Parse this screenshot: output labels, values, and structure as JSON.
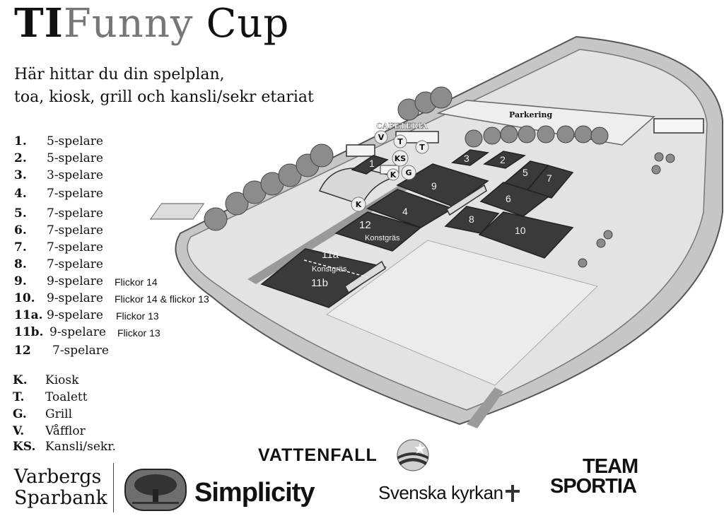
{
  "header": {
    "title_part1": "TI",
    "title_part2": "Funny",
    "title_part3": "Cup",
    "subtitle_line1": "Här hittar du din spelplan,",
    "subtitle_line2": "toa, kiosk, grill och kansli/sekr etariat"
  },
  "legend": [
    {
      "num": "1.",
      "type": "5-spelare",
      "note": ""
    },
    {
      "num": "2.",
      "type": "5-spelare",
      "note": ""
    },
    {
      "num": "3.",
      "type": "3-spelare",
      "note": ""
    },
    {
      "num": "4.",
      "type": "7-spelare",
      "note": ""
    },
    {
      "num": "5.",
      "type": "7-spelare",
      "note": ""
    },
    {
      "num": "6.",
      "type": "7-spelare",
      "note": ""
    },
    {
      "num": "7.",
      "type": "7-spelare",
      "note": ""
    },
    {
      "num": "8.",
      "type": "7-spelare",
      "note": ""
    },
    {
      "num": "9.",
      "type": "9-spelare",
      "note": "Flickor 14"
    },
    {
      "num": "10.",
      "type": "9-spelare",
      "note": "Flickor 14 & flickor 13"
    },
    {
      "num": "11a.",
      "type": "9-spelare",
      "note": "Flickor 13"
    },
    {
      "num": "11b.",
      "type": "9-spelare",
      "note": "Flickor 13"
    },
    {
      "num": "12",
      "type": "7-spelare",
      "note": ""
    }
  ],
  "facilities": [
    {
      "code": "K.",
      "label": "Kiosk"
    },
    {
      "code": "T.",
      "label": "Toalett"
    },
    {
      "code": "G.",
      "label": "Grill"
    },
    {
      "code": "V.",
      "label": "Våfflor"
    },
    {
      "code": "KS.",
      "label": "Kansli/sekr."
    }
  ],
  "map": {
    "parking_label": "Parkering",
    "cafeteria_label": "CAFETERIA",
    "turf_label": "Konstgräs",
    "fields": {
      "f1": "1",
      "f2": "2",
      "f3": "3",
      "f4": "4",
      "f5": "5",
      "f6": "6",
      "f7": "7",
      "f8": "8",
      "f9": "9",
      "f10": "10",
      "f11a": "11a",
      "f11b": "11b",
      "f12": "12"
    },
    "markers": {
      "v": "V",
      "t1": "T",
      "t2": "T",
      "ks": "KS",
      "k1": "K",
      "g": "G",
      "k2": "K"
    }
  },
  "sponsors": {
    "bank_line1": "Varbergs",
    "bank_line2": "Sparbank",
    "simplicity": "Simplicity",
    "vattenfall": "VATTENFALL",
    "kyrkan": "Svenska kyrkan",
    "team_line1": "TEAM",
    "team_line2": "SPORTIA"
  }
}
